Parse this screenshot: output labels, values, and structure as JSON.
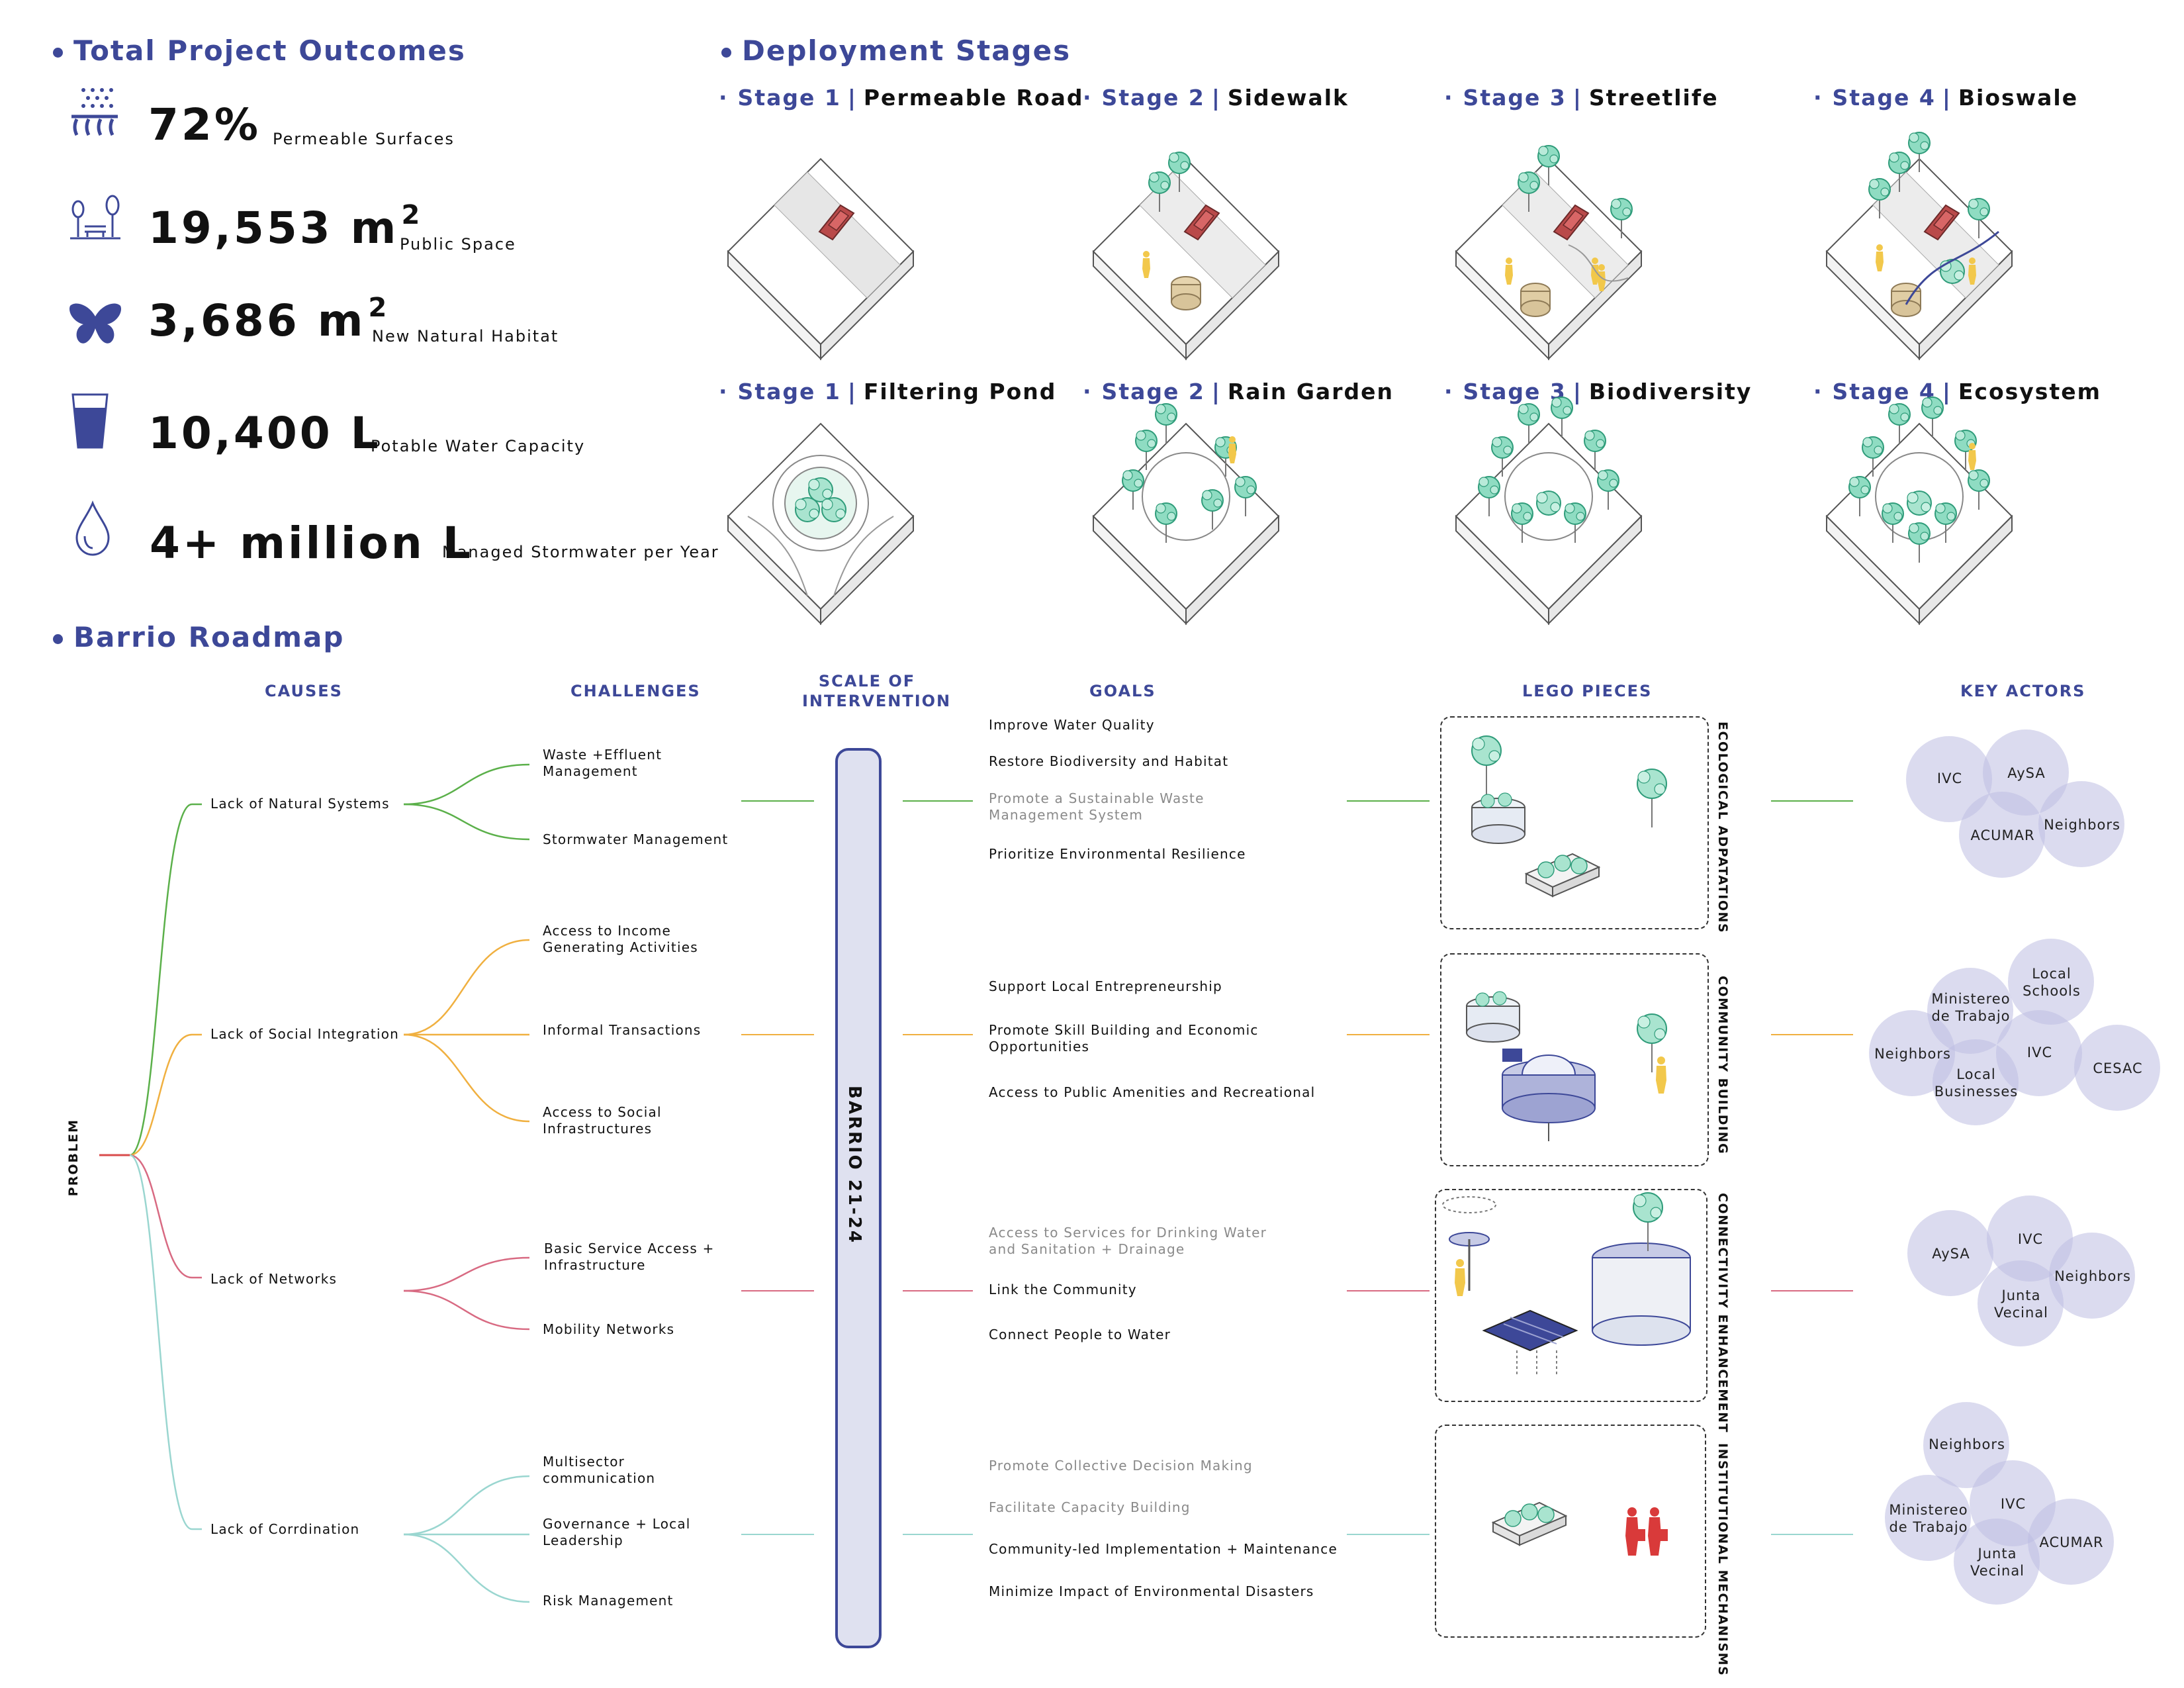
{
  "sections": {
    "outcomes_title": "Total Project Outcomes",
    "stages_title": "Deployment Stages",
    "roadmap_title": "Barrio Roadmap"
  },
  "outcomes": [
    {
      "value": "72%",
      "label": "Permeable Surfaces",
      "icon": "permeable-surface-icon"
    },
    {
      "value": "19,553 m",
      "sup": "2",
      "label": "Public Space",
      "icon": "public-space-icon"
    },
    {
      "value": "3,686 m",
      "sup": "2",
      "label": "New Natural Habitat",
      "icon": "butterfly-icon"
    },
    {
      "value": "10,400 L",
      "label": "Potable Water Capacity",
      "icon": "water-glass-icon"
    },
    {
      "value": "4+ million L",
      "label": "Managed Stormwater per Year",
      "icon": "water-drop-icon"
    }
  ],
  "stages_top": [
    {
      "num": "Stage 1",
      "name": "Permeable Road"
    },
    {
      "num": "Stage 2",
      "name": "Sidewalk"
    },
    {
      "num": "Stage 3",
      "name": "Streetlife"
    },
    {
      "num": "Stage 4",
      "name": "Bioswale"
    }
  ],
  "stages_bottom": [
    {
      "num": "Stage 1",
      "name": "Filtering Pond"
    },
    {
      "num": "Stage 2",
      "name": "Rain Garden"
    },
    {
      "num": "Stage 3",
      "name": "Biodiversity"
    },
    {
      "num": "Stage 4",
      "name": "Ecosystem"
    }
  ],
  "roadmap": {
    "headers": {
      "causes": "CAUSES",
      "challenges": "CHALLENGES",
      "scale_line1": "SCALE OF",
      "scale_line2": "INTERVENTION",
      "goals": "GOALS",
      "lego": "LEGO PIECES",
      "actors": "KEY ACTORS"
    },
    "problem": "PROBLEM",
    "scale": "BARRIO 21-24",
    "causes": [
      "Lack of Natural Systems",
      "Lack of Social Integration",
      "Lack of Networks",
      "Lack of Corrdination"
    ],
    "challenges": [
      {
        "line1": "Waste +Effluent",
        "line2": "Management"
      },
      {
        "line1": "Stormwater Management",
        "line2": ""
      },
      {
        "line1": "Access to Income",
        "line2": "Generating Activities"
      },
      {
        "line1": "Informal Transactions",
        "line2": ""
      },
      {
        "line1": "Access to Social",
        "line2": "Infrastructures"
      },
      {
        "line1": "Basic Service Access +",
        "line2": "Infrastructure"
      },
      {
        "line1": "Mobility Networks",
        "line2": ""
      },
      {
        "line1": "Multisector",
        "line2": "communication"
      },
      {
        "line1": "Governance + Local",
        "line2": "Leadership"
      },
      {
        "line1": "Risk Management",
        "line2": ""
      }
    ],
    "goals": [
      {
        "line1": "Improve Water Quality",
        "line2": "",
        "muted": false
      },
      {
        "line1": "Restore Biodiversity and Habitat",
        "line2": "",
        "muted": false
      },
      {
        "line1": "Promote a Sustainable Waste",
        "line2": "Management System",
        "muted": true
      },
      {
        "line1": "Prioritize Environmental Resilience",
        "line2": "",
        "muted": false
      },
      {
        "line1": "Support Local Entrepreneurship",
        "line2": "",
        "muted": false
      },
      {
        "line1": "Promote Skill Building and Economic",
        "line2": "Opportunities",
        "muted": false
      },
      {
        "line1": "Access to Public Amenities and Recreational",
        "line2": "",
        "muted": false
      },
      {
        "line1": "Access to Services for Drinking Water",
        "line2": "and Sanitation + Drainage",
        "muted": true
      },
      {
        "line1": "Link the Community",
        "line2": "",
        "muted": false
      },
      {
        "line1": "Connect People to Water",
        "line2": "",
        "muted": false
      },
      {
        "line1": "Promote Collective Decision Making",
        "line2": "",
        "muted": true
      },
      {
        "line1": "Facilitate Capacity Building",
        "line2": "",
        "muted": true
      },
      {
        "line1": "Community-led Implementation + Maintenance",
        "line2": "",
        "muted": false
      },
      {
        "line1": "Minimize Impact of Environmental Disasters",
        "line2": "",
        "muted": false
      }
    ],
    "lego_labels": [
      "ECOLOGICAL ADPATATIONS",
      "COMMUNITY BUILDING",
      "CONNECTIVITY ENHANCEMENT",
      "INSTITUTIONAL MECHANISMS"
    ],
    "actors": {
      "g1": {
        "a": "IVC",
        "b": "AySA",
        "c": "ACUMAR",
        "d": "Neighbors"
      },
      "g2": {
        "a": "Ministereo de Trabajo",
        "a1": "Ministereo",
        "a2": "de Trabajo",
        "b1": "Local",
        "b2": "Schools",
        "c": "Neighbors",
        "d": "IVC",
        "e": "CESAC",
        "f1": "Local",
        "f2": "Businesses"
      },
      "g3": {
        "a": "AySA",
        "b": "IVC",
        "c": "Neighbors",
        "d1": "Junta",
        "d2": "Vecinal"
      },
      "g4": {
        "a": "Neighbors",
        "b1": "Ministereo",
        "b2": "de Trabajo",
        "c": "IVC",
        "d": "ACUMAR",
        "e1": "Junta",
        "e2": "Vecinal"
      }
    },
    "branch_colors": {
      "natural": "#5bb04a",
      "social": "#f0b040",
      "networks": "#d86a82",
      "coordination": "#9ad6d0",
      "problem": "#d94b4b"
    }
  }
}
